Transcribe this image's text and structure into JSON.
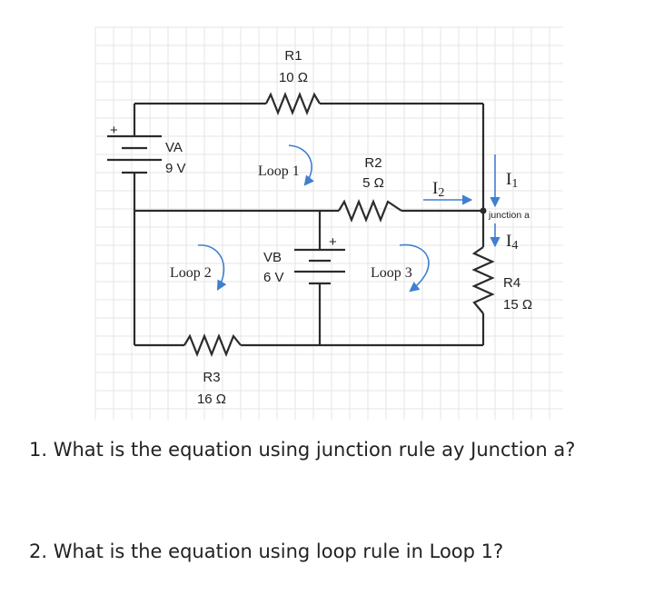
{
  "circuit": {
    "r1": {
      "name": "R1",
      "value": "10 Ω"
    },
    "r2": {
      "name": "R2",
      "value": "5 Ω"
    },
    "r3": {
      "name": "R3",
      "value": "16 Ω"
    },
    "r4": {
      "name": "R4",
      "value": "15 Ω"
    },
    "va": {
      "name": "VA",
      "value": "9 V"
    },
    "vb": {
      "name": "VB",
      "value": "6 V"
    },
    "plus_sign": "+",
    "loops": [
      "Loop 1",
      "Loop 2",
      "Loop 3"
    ],
    "currents": {
      "i1": "I",
      "i1_sub": "1",
      "i2": "I",
      "i2_sub": "2",
      "i4": "I",
      "i4_sub": "4"
    },
    "junction_label": "junction a",
    "colors": {
      "wire": "#2b2b2b",
      "current_arrow": "#3f7fd0",
      "loop_arrow": "#3f7fd0",
      "grid": "#e6e6e6"
    }
  },
  "questions": [
    "1. What is the equation using junction rule ay Junction a?",
    "2. What is the equation using loop rule in Loop 1?"
  ]
}
